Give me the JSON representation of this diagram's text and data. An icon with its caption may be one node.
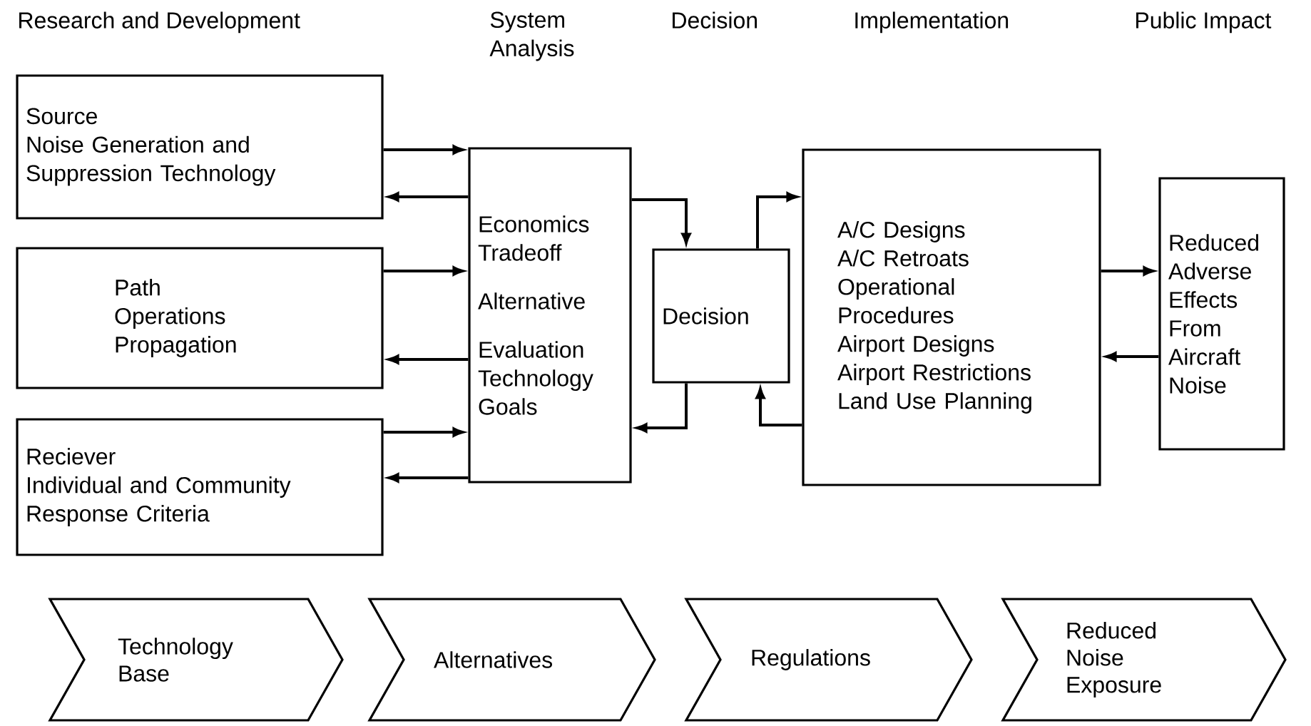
{
  "diagram": {
    "nodes": [
      {
        "text": [
          "Source",
          "Noise Generation and Suppression Technology"
        ]
      },
      {
        "text": [
          "Path",
          "Operations Propagation"
        ]
      },
      {
        "text": [
          "Reciever",
          "Individual and Community Response Criteria"
        ]
      },
      {
        "text": [
          "Economics Tradeoff",
          "Alternative",
          "Evaluation Technology Goals"
        ]
      },
      {
        "text": [
          "Decision"
        ]
      },
      {
        "text": [
          "A/C Designs",
          "A/C Retroats",
          "Operational Procedures",
          "Airport Designs",
          "Airport Restrictions",
          "Land Use Planning"
        ]
      },
      {
        "text": [
          "Reduced Adverse Effects From Aircraft Noise"
        ]
      },
      {
        "text": [
          "Technology Base"
        ]
      },
      {
        "text": [
          "Alternatives"
        ]
      },
      {
        "text": [
          "Regulations"
        ]
      },
      {
        "text": [
          "Reduced Noise Exposure"
        ]
      }
    ],
    "edges": [
      {
        "from": 0,
        "to": 3,
        "arrow": "to"
      },
      {
        "from": 3,
        "to": 0,
        "arrow": "to"
      },
      {
        "from": 1,
        "to": 3,
        "arrow": "to"
      },
      {
        "from": 3,
        "to": 1,
        "arrow": "to"
      },
      {
        "from": 2,
        "to": 3,
        "arrow": "to"
      },
      {
        "from": 3,
        "to": 2,
        "arrow": "to"
      },
      {
        "from": 3,
        "to": 4,
        "arrow": "to"
      },
      {
        "from": 4,
        "to": 5,
        "arrow": "to"
      },
      {
        "from": 4,
        "to": 3,
        "arrow": "to"
      },
      {
        "from": 5,
        "to": 4,
        "arrow": "to"
      },
      {
        "from": 5,
        "to": 6,
        "arrow": "to"
      },
      {
        "from": 6,
        "to": 5,
        "arrow": "to"
      }
    ],
    "labels": [
      "Research and Development",
      "System Analysis",
      "Decision",
      "Implementation",
      "Public Impact"
    ]
  }
}
